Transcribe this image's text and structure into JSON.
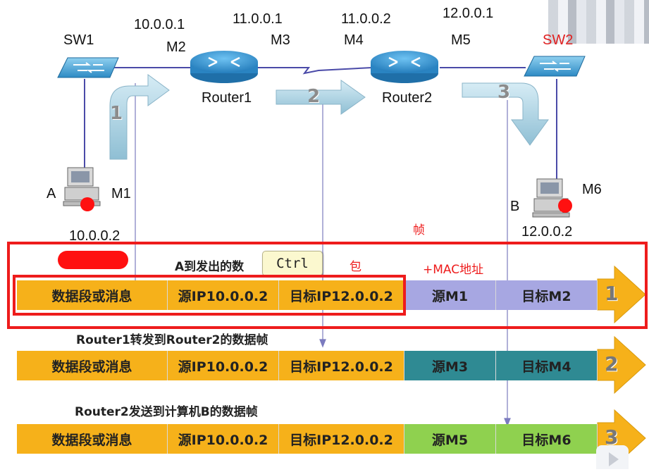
{
  "devices": {
    "sw1": "SW1",
    "sw2": "SW2",
    "router1": "Router1",
    "router2": "Router2",
    "host_a": "A",
    "host_b": "B"
  },
  "ports": {
    "m1": "M1",
    "m2": "M2",
    "m3": "M3",
    "m4": "M4",
    "m5": "M5",
    "m6": "M6"
  },
  "ips": {
    "a": "10.0.0.2",
    "m2": "10.0.0.1",
    "m3": "11.0.0.1",
    "m4": "11.0.0.2",
    "m5": "12.0.0.1",
    "b": "12.0.0.2"
  },
  "steps": [
    "1",
    "2",
    "3"
  ],
  "notes": {
    "frame": "帧",
    "packet": "包",
    "mac": "+MAC地址",
    "ctrl": "Ctrl"
  },
  "frames": [
    {
      "title": "A到发出的数",
      "data": "数据段或消息",
      "src_ip": "源IP10.0.0.2",
      "dst_ip": "目标IP12.0.0.2",
      "src_mac": "源M1",
      "dst_mac": "目标M2",
      "mac_color": "#a7a7e2",
      "badge": "1"
    },
    {
      "title": "Router1转发到Router2的数据帧",
      "data": "数据段或消息",
      "src_ip": "源IP10.0.0.2",
      "dst_ip": "目标IP12.0.0.2",
      "src_mac": "源M3",
      "dst_mac": "目标M4",
      "mac_color": "#2f8a93",
      "badge": "2"
    },
    {
      "title": "Router2发送到计算机B的数据帧",
      "data": "数据段或消息",
      "src_ip": "源IP10.0.0.2",
      "dst_ip": "目标IP12.0.0.2",
      "src_mac": "源M5",
      "dst_mac": "目标M6",
      "mac_color": "#8fd14f",
      "badge": "3"
    }
  ],
  "colors": {
    "orange": "#f6b11a",
    "router_blue": "#2f8fd0",
    "highlight_red": "#ee1c1c",
    "arrow_blue": "#a9cfe0",
    "arrow_yellow": "#f6b11a"
  }
}
